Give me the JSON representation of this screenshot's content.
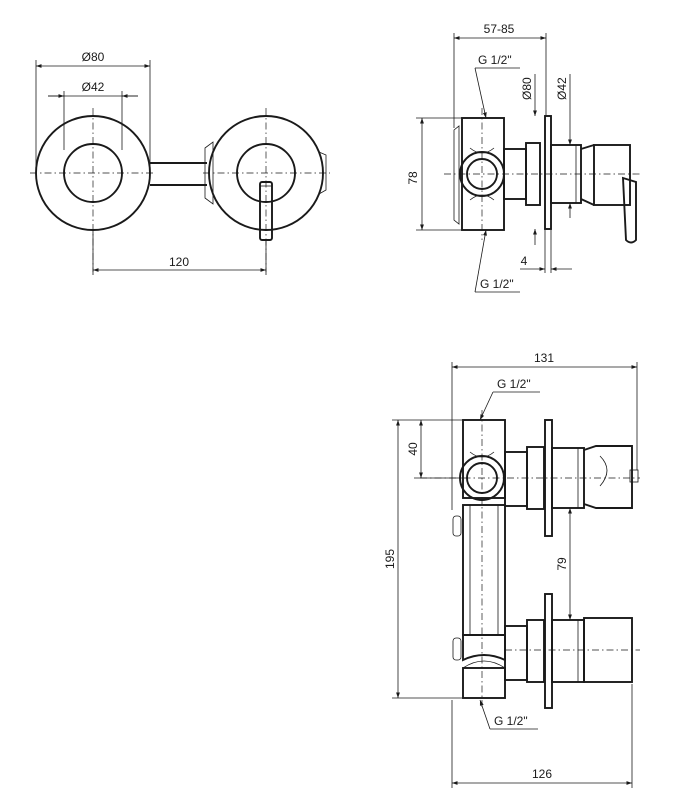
{
  "front_view": {
    "dim_outer_diameter": "Ø80",
    "dim_inner_diameter": "Ø42",
    "dim_center_distance": "120"
  },
  "side_view": {
    "dim_depth": "57-85",
    "dim_thread_top": "G 1/2\"",
    "dim_plate_diameter": "Ø80",
    "dim_handle_diameter": "Ø42",
    "dim_height": "78",
    "dim_plate_thickness": "4",
    "dim_thread_bottom": "G 1/2\""
  },
  "bottom_view": {
    "dim_total_width": "131",
    "dim_thread_top": "G 1/2\"",
    "dim_offset": "40",
    "dim_total_height": "195",
    "dim_spacing": "79",
    "dim_thread_bottom": "G 1/2\"",
    "dim_bottom_width": "126"
  }
}
